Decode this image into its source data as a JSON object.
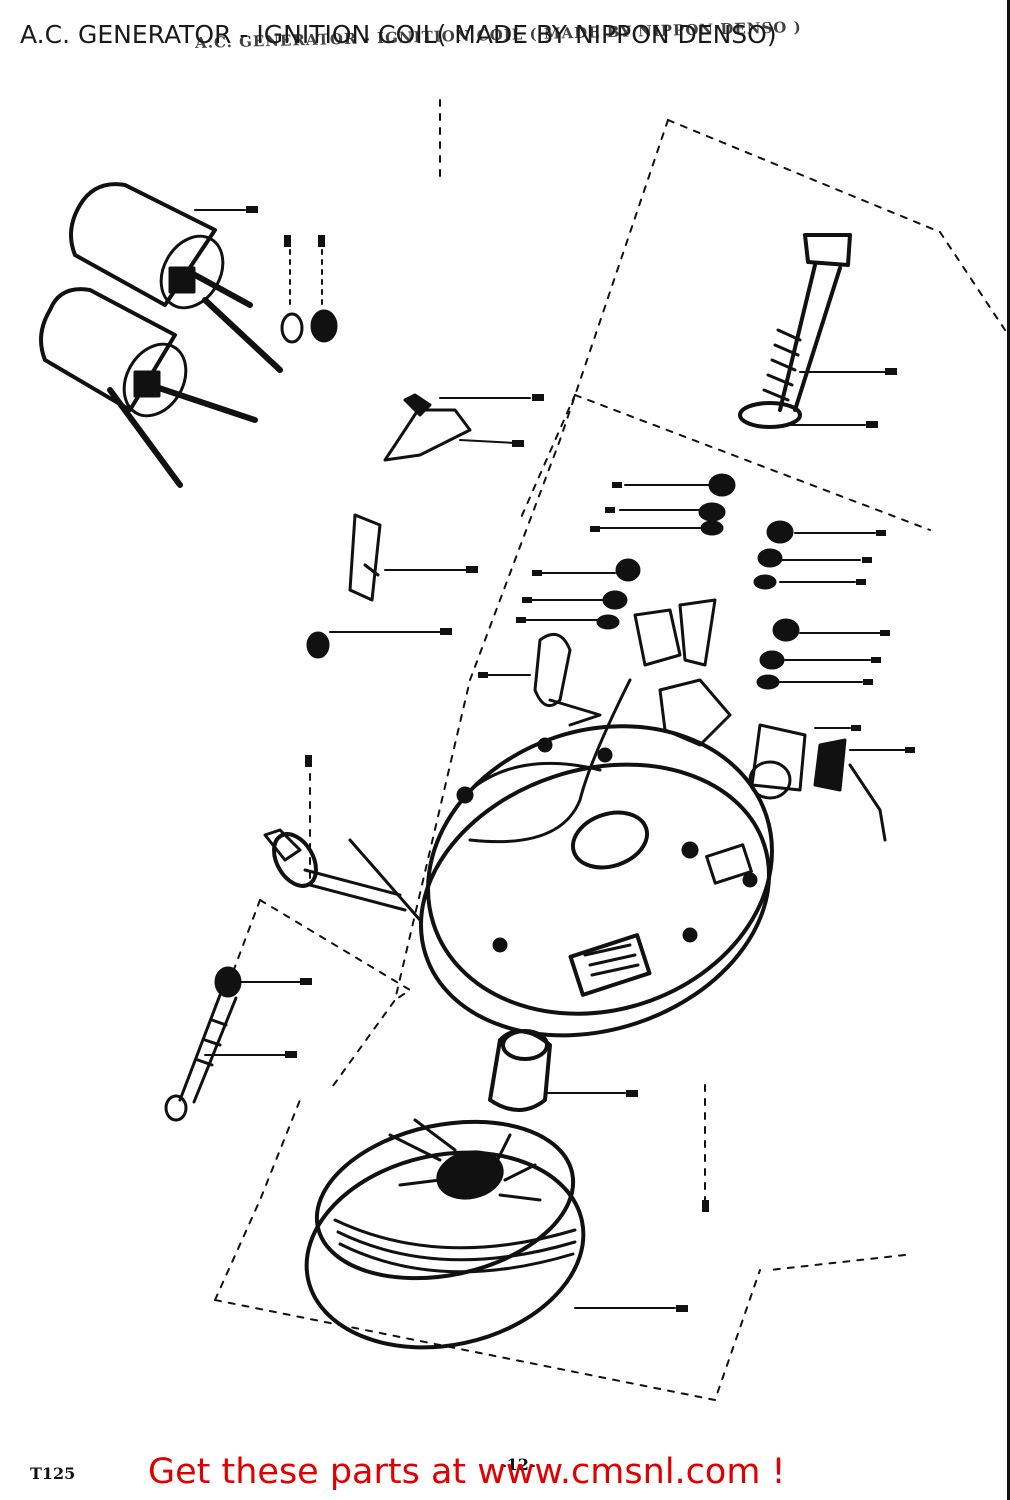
{
  "title": "A.C. GENERATOR - IGNITION COIL( MADE BY NIPPON DENSO)",
  "original_heading": "A.C. GENERATOR - IGNITION COIL ( MADE BY NIPPON DENSO )",
  "plate_code": "T125",
  "page_number": "-12-",
  "promo": "Get these parts at www.cmsnl.com !",
  "colors": {
    "promo": "#e00000",
    "ink": "#111111",
    "background": "#ffffff"
  }
}
